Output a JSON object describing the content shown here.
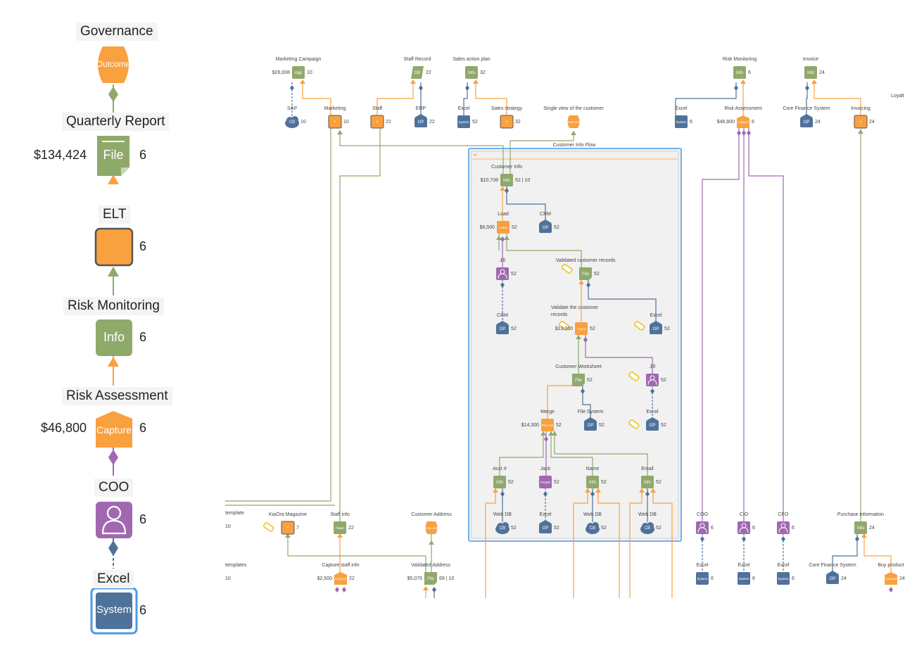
{
  "left_panel": {
    "governance_label": "Governance",
    "outcome_badge": "Outcome",
    "quarterly_label": "Quarterly Report",
    "quarterly_cost": "$134,424",
    "file_badge": "File",
    "file_count": "6",
    "elt_label": "ELT",
    "elt_count": "6",
    "risk_monitoring_label": "Risk Monitoring",
    "info_badge": "Info",
    "info_count": "6",
    "risk_assessment_label": "Risk Assessment",
    "risk_cost": "$46,800",
    "capture_badge": "Capture",
    "capture_count": "6",
    "coo_label": "COO",
    "coo_count": "6",
    "excel_label": "Excel",
    "system_badge": "System",
    "system_count": "6"
  },
  "colors": {
    "orange": "#f9a03f",
    "green": "#8fa96b",
    "blue": "#4f729a",
    "purple": "#a168b0",
    "selection": "#4a9be8"
  },
  "diagram": {
    "flow_title": "Customer Info Flow",
    "nodes": [
      {
        "name": "Marketing Campaign",
        "badge": "App",
        "cost": "$26,008",
        "count": "10"
      },
      {
        "name": "Staff Record",
        "badge": "DB",
        "count": "22"
      },
      {
        "name": "Sales action plan",
        "badge": "Info",
        "count": "32"
      },
      {
        "name": "Risk Monitoring",
        "badge": "Info",
        "count": "6"
      },
      {
        "name": "Invoice",
        "badge": "Info",
        "count": "24"
      },
      {
        "name": "SAP",
        "badge": "CB",
        "count": "10"
      },
      {
        "name": "Marketing",
        "badge": "+",
        "count": "10"
      },
      {
        "name": "Staff",
        "badge": "+",
        "count": "22"
      },
      {
        "name": "ERP",
        "badge": "OP",
        "count": "22"
      },
      {
        "name": "Excel",
        "badge": "System",
        "count": "52"
      },
      {
        "name": "Sales strategy",
        "badge": "+",
        "count": "32"
      },
      {
        "name": "Single view of the customer",
        "badge": "Outcome"
      },
      {
        "name": "Excel",
        "badge": "System",
        "count": "6"
      },
      {
        "name": "Risk Assessment",
        "badge": "Capture",
        "cost": "$46,800",
        "count": "6"
      },
      {
        "name": "Core Finance System",
        "badge": "OP",
        "count": "24"
      },
      {
        "name": "Invoicing",
        "badge": "+",
        "count": "24"
      },
      {
        "name": "Loyalt"
      },
      {
        "name": "Customer Info",
        "badge": "Info",
        "cost": "$10,708",
        "count": "52 | 10"
      },
      {
        "name": "Load",
        "badge": "Action",
        "cost": "$6,500",
        "count": "52"
      },
      {
        "name": "CRM",
        "badge": "OP",
        "count": "52"
      },
      {
        "name": "Jill",
        "badge": "person",
        "count": "52"
      },
      {
        "name": "Validated customer records",
        "badge": "File",
        "count": "52"
      },
      {
        "name": "CRM",
        "badge": "OP",
        "count": "52"
      },
      {
        "name": "Validate the customer records",
        "badge": "Action",
        "cost": "$13,000",
        "count": "52"
      },
      {
        "name": "Excel",
        "badge": "OP",
        "count": "52"
      },
      {
        "name": "Customer Worksheet",
        "badge": "File",
        "count": "52"
      },
      {
        "name": "Jill",
        "badge": "person",
        "count": "52"
      },
      {
        "name": "Merge",
        "badge": "Process",
        "cost": "$14,300",
        "count": "52"
      },
      {
        "name": "File System",
        "badge": "OP",
        "count": "52"
      },
      {
        "name": "Excel",
        "badge": "OP",
        "count": "52"
      },
      {
        "name": "Acct #",
        "badge": "Info",
        "count": "52"
      },
      {
        "name": "Jack",
        "badge": "People",
        "count": "52"
      },
      {
        "name": "Name",
        "badge": "Info",
        "count": "52"
      },
      {
        "name": "Email",
        "badge": "Info",
        "count": "52"
      },
      {
        "name": "Web DB",
        "badge": "CB",
        "count": "52"
      },
      {
        "name": "Excel",
        "badge": "OP",
        "count": "52"
      },
      {
        "name": "Web DB",
        "badge": "CB",
        "count": "52"
      },
      {
        "name": "Web DB",
        "badge": "CB",
        "count": "52"
      },
      {
        "name": "template",
        "count": "10"
      },
      {
        "name": "KiaOra Magazine",
        "badge": "+",
        "count": "7"
      },
      {
        "name": "Staff info",
        "badge": "Paper",
        "count": "22"
      },
      {
        "name": "Customer Address",
        "badge": "Outcome"
      },
      {
        "name": "COO",
        "badge": "person",
        "count": "6"
      },
      {
        "name": "CIO",
        "badge": "person",
        "count": "6"
      },
      {
        "name": "CFO",
        "badge": "person",
        "count": "6"
      },
      {
        "name": "Purchase information",
        "badge": "Info",
        "count": "24"
      },
      {
        "name": "templates",
        "count": "10"
      },
      {
        "name": "Capture staff info",
        "badge": "Capture",
        "cost": "$2,500",
        "count": "22"
      },
      {
        "name": "Validated Address",
        "badge": "File",
        "cost": "$5,075",
        "count": "69 | 10"
      },
      {
        "name": "Excel",
        "badge": "System",
        "count": "6"
      },
      {
        "name": "Excel",
        "badge": "System",
        "count": "6"
      },
      {
        "name": "Excel",
        "badge": "System",
        "count": "6"
      },
      {
        "name": "Core Finance System",
        "badge": "OP",
        "count": "24"
      },
      {
        "name": "Buy product",
        "badge": "Capture",
        "count": "24"
      }
    ]
  }
}
